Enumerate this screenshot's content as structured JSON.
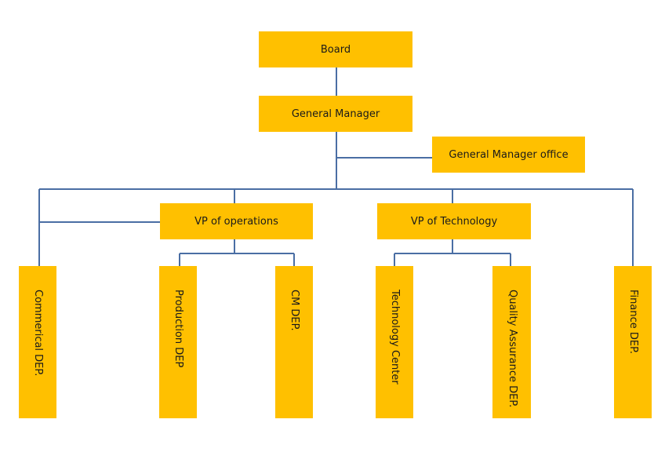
{
  "colors": {
    "box_fill": "#ffc000",
    "connector": "#4a6ea4",
    "text": "#1a1a1a"
  },
  "nodes": {
    "board": "Board",
    "general_manager": "General Manager",
    "gm_office": "General Manager office",
    "vp_operations": "VP of operations",
    "vp_technology": "VP of Technology",
    "commercial": "Commerical DEP.",
    "production": "Production DEP",
    "cm": "CM DEP.",
    "technology_center": "Technology Center",
    "quality_assurance": "Quality Assurance DEP.",
    "finance": "Finance DEP."
  }
}
